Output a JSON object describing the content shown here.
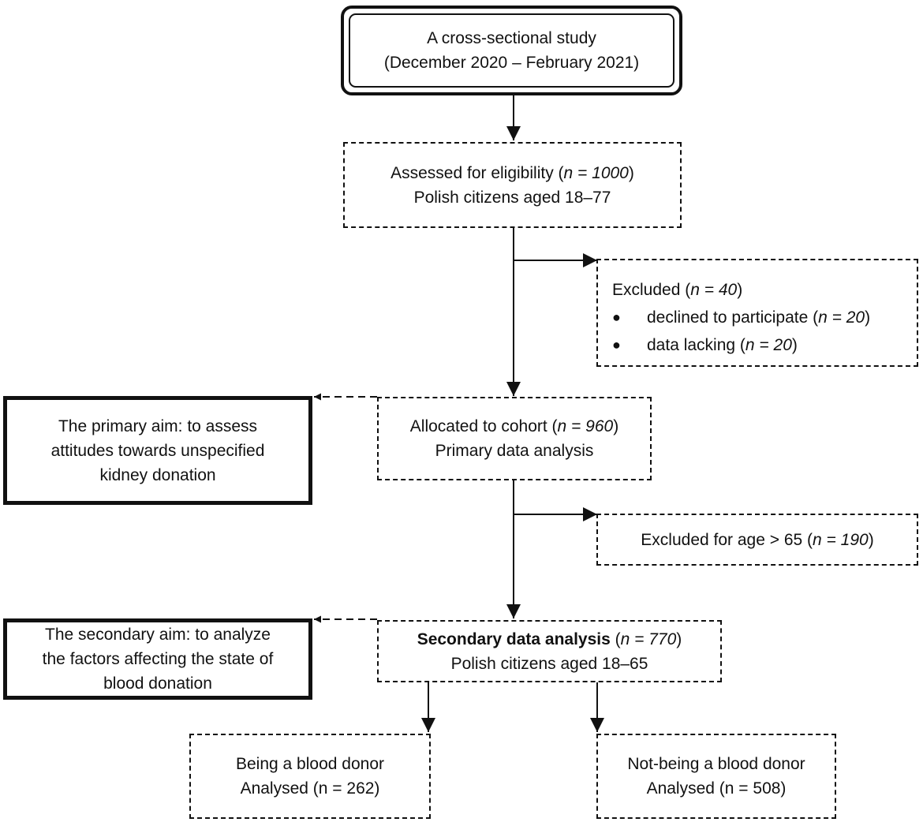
{
  "diagram": {
    "nodes": {
      "study": {
        "line1": "A cross-sectional study",
        "line2": "(December 2020 – February 2021)"
      },
      "eligibility": {
        "line1_pre": "Assessed for eligibility (",
        "line1_var": "n = 1000",
        "line1_post": ")",
        "line2": "Polish citizens aged 18–77"
      },
      "excluded1": {
        "title_pre": "Excluded (",
        "title_var": "n = 40",
        "title_post": ")",
        "items": [
          {
            "label": "declined to participate  (",
            "var": "n = 20",
            "post": ")"
          },
          {
            "label": "data lacking (",
            "var": "n = 20",
            "post": ")"
          }
        ]
      },
      "allocated": {
        "line1_pre": "Allocated to cohort (",
        "line1_var": "n = 960",
        "line1_post": ")",
        "line2": "Primary data analysis"
      },
      "primary_aim": {
        "line1": "The primary aim: to assess",
        "line2": "attitudes towards unspecified",
        "line3": "kidney donation"
      },
      "excluded2": {
        "pre": "Excluded for age > 65 (",
        "var": "n = 190",
        "post": ")"
      },
      "secondary": {
        "bold": "Secondary data analysis",
        "pre": " (",
        "var": "n = 770",
        "post": ")",
        "line2": "Polish citizens aged 18–65"
      },
      "secondary_aim": {
        "line1": "The secondary aim: to analyze",
        "line2": "the factors affecting the state of",
        "line3": "blood donation"
      },
      "donor": {
        "line1": "Being a blood donor",
        "line2": "Analysed  (n = 262)"
      },
      "non_donor": {
        "line1": "Not-being a blood donor",
        "line2": "Analysed  (n = 508)"
      }
    },
    "bullet_glyph": "●"
  }
}
